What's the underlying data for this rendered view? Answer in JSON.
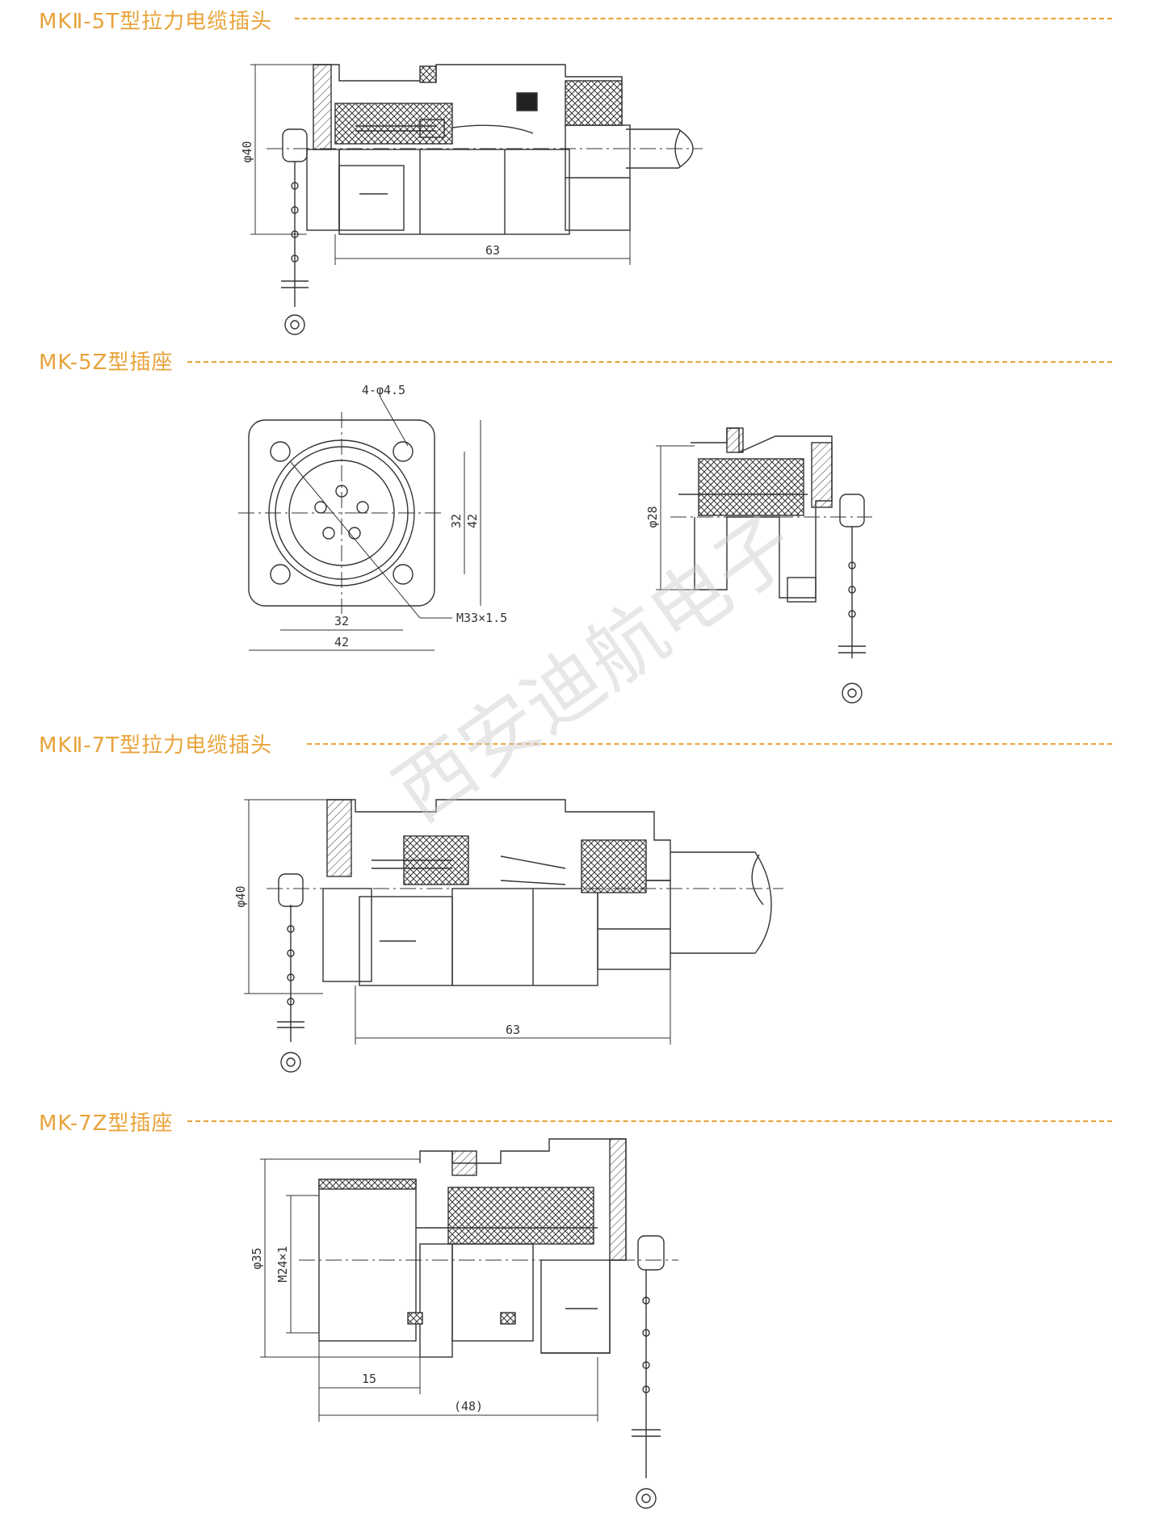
{
  "sections": [
    {
      "title": "MKⅡ-5T型拉力电缆插头"
    },
    {
      "title": "MK-5Z型插座"
    },
    {
      "title": "MKⅡ-7T型拉力电缆插头"
    },
    {
      "title": "MK-7Z型插座"
    }
  ],
  "dimensions": {
    "s1_dia": "φ40",
    "s1_len": "63",
    "s2_holes": "4-φ4.5",
    "s2_inner_h": "32",
    "s2_outer_h": "42",
    "s2_inner_w": "32",
    "s2_outer_w": "42",
    "s2_thread": "M33×1.5",
    "s2_side_dia": "φ28",
    "s3_dia": "φ40",
    "s3_len": "63",
    "s4_dia": "φ35",
    "s4_thread": "M24×1",
    "s4_short": "15",
    "s4_total": "(48)"
  },
  "watermark": "西安迪航电子",
  "colors": {
    "accent": "#e8a33a",
    "line": "#333333"
  }
}
